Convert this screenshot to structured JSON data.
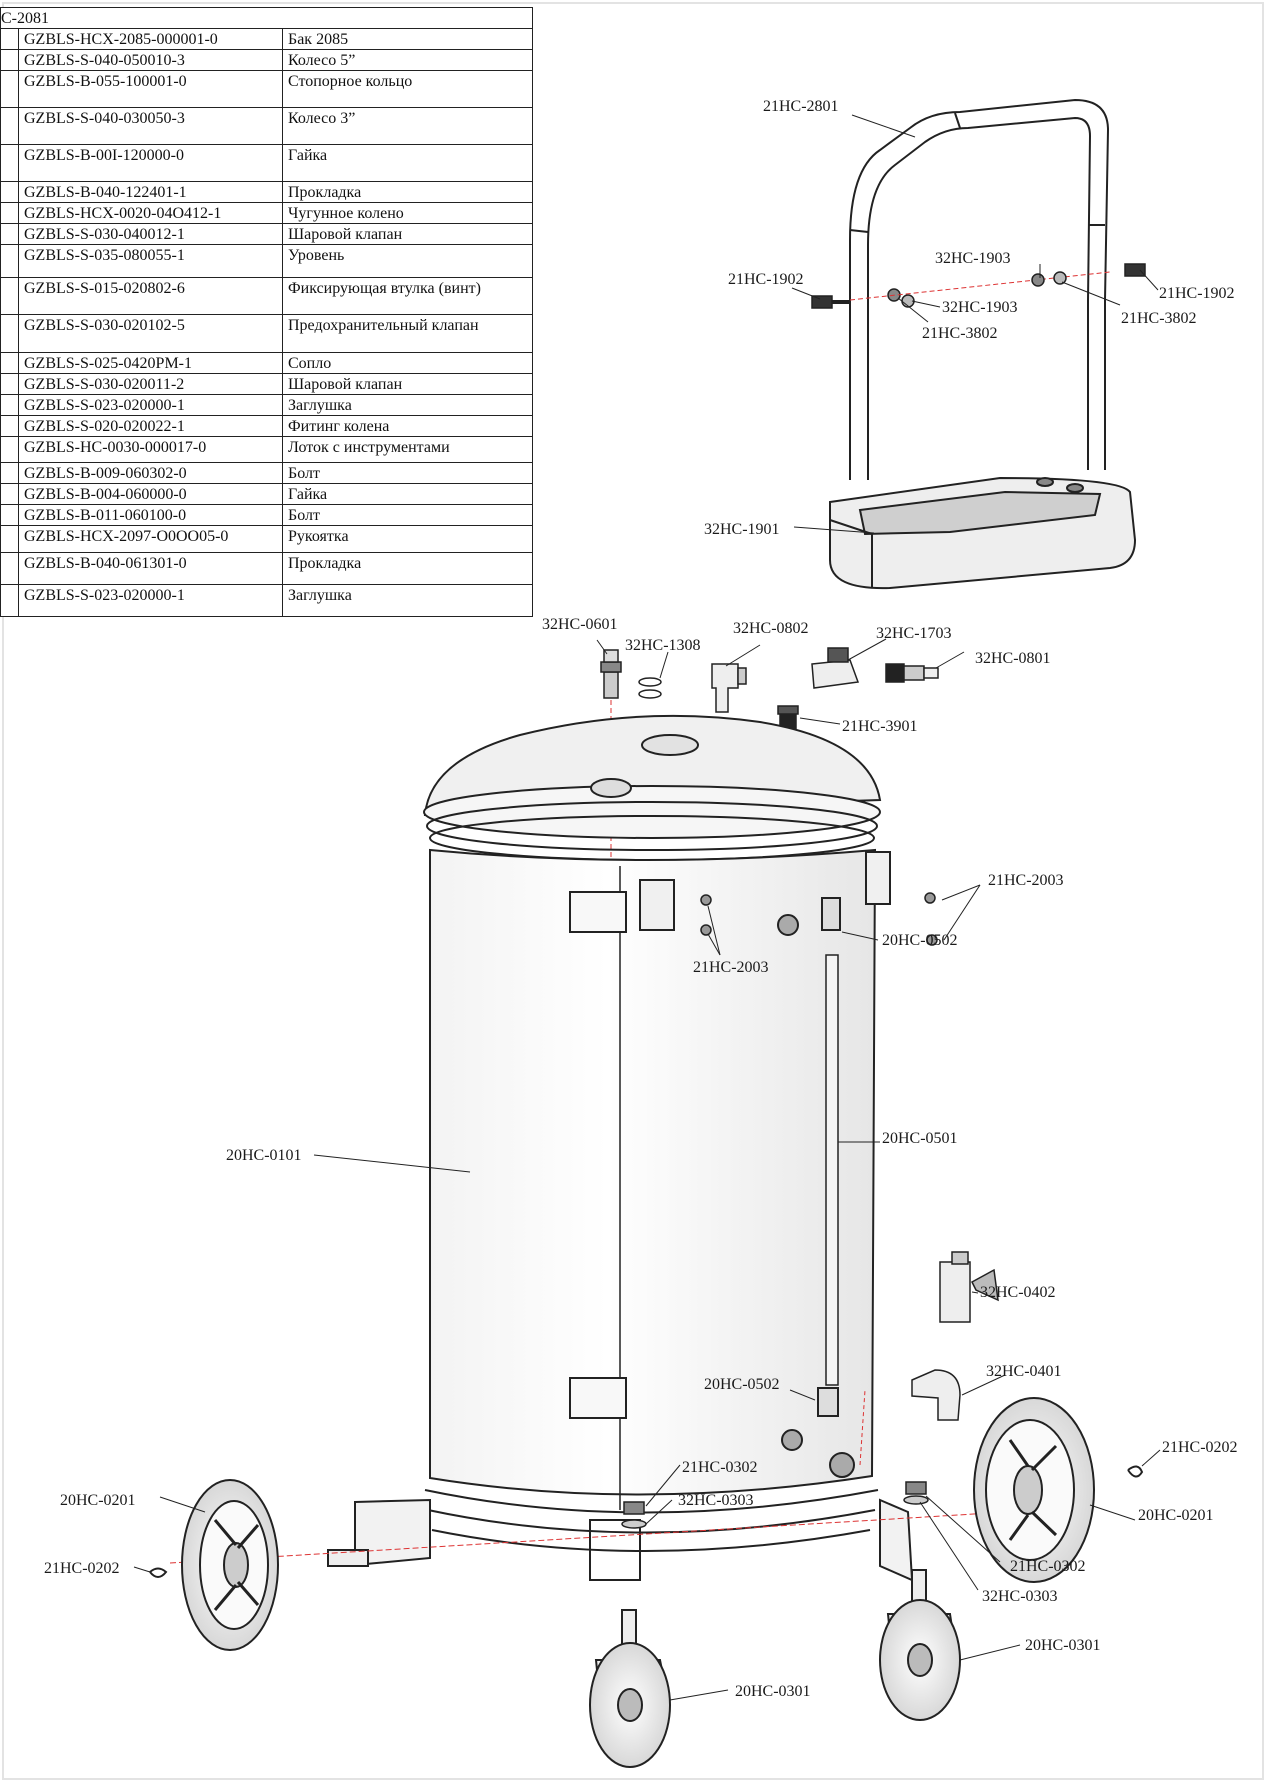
{
  "table": {
    "header": "C-2081",
    "rows": [
      {
        "code": "GZBLS-HCX-2085-000001-0",
        "name": "Бак 2085"
      },
      {
        "code": "GZBLS-S-040-050010-3",
        "name": "Колесо 5”"
      },
      {
        "code": "GZBLS-B-055-100001-0",
        "name": "Стопорное кольцо"
      },
      {
        "code": "GZBLS-S-040-030050-3",
        "name": "Колесо 3”"
      },
      {
        "code": "GZBLS-B-00I-120000-0",
        "name": "Гайка"
      },
      {
        "code": "GZBLS-B-040-122401-1",
        "name": "Прокладка"
      },
      {
        "code": "GZBLS-HCX-0020-04O412-1",
        "name": "Чугунное колено"
      },
      {
        "code": "GZBLS-S-030-040012-1",
        "name": "Шаровой клапан"
      },
      {
        "code": "GZBLS-S-035-080055-1",
        "name": "Уровень"
      },
      {
        "code": "GZBLS-S-015-020802-6",
        "name": "Фиксирующая втулка (винт)"
      },
      {
        "code": "GZBLS-S-030-020102-5",
        "name": "Предохранительный клапан"
      },
      {
        "code": "GZBLS-S-025-0420PM-1",
        "name": "Сопло"
      },
      {
        "code": "GZBLS-S-030-020011-2",
        "name": "Шаровой клапан"
      },
      {
        "code": "GZBLS-S-023-020000-1",
        "name": "Заглушка"
      },
      {
        "code": "GZBLS-S-020-020022-1",
        "name": "Фитинг колена"
      },
      {
        "code": "GZBLS-HC-0030-000017-0",
        "name": "Лоток с инструментами"
      },
      {
        "code": "GZBLS-B-009-060302-0",
        "name": "Болт"
      },
      {
        "code": "GZBLS-B-004-060000-0",
        "name": "Гайка"
      },
      {
        "code": "GZBLS-B-011-060100-0",
        "name": "Болт"
      },
      {
        "code": "GZBLS-HCX-2097-O0OO05-0",
        "name": "Рукоятка"
      },
      {
        "code": "GZBLS-B-040-061301-0",
        "name": "Прокладка"
      },
      {
        "code": "GZBLS-S-023-020000-1",
        "name": "Заглушка"
      }
    ]
  },
  "callouts": {
    "handle": "21HC-2801",
    "bolt_left": "21HC-1902",
    "washer_left": "32HC-1903",
    "spacer_left": "21HC-3802",
    "washer_right": "32HC-1903",
    "bolt_right": "21HC-1902",
    "spacer_right": "21HC-3802",
    "tray": "32HC-1901",
    "safety_valve": "32HC-0601",
    "gasket_top": "32HC-1308",
    "elbow_top": "32HC-0802",
    "ball_valve_top": "32HC-1703",
    "nozzle": "32HC-0801",
    "plug_top": "21HC-3901",
    "bolts_right_upper": "21HC-2003",
    "bolts_middle": "21HC-2003",
    "elbow_fitting_top": "20HC-0502",
    "tank": "20HC-0101",
    "level_tube": "20HC-0501",
    "ball_valve_drain": "32HC-0402",
    "cast_elbow": "32HC-0401",
    "elbow_fitting_bottom": "20HC-0502",
    "nut_left": "21HC-0302",
    "gasket_left": "32HC-0303",
    "wheel_left": "20HC-0201",
    "ring_left": "21HC-0202",
    "ring_right": "21HC-0202",
    "wheel_right": "20HC-0201",
    "nut_right": "21HC-0302",
    "gasket_right": "32HC-0303",
    "caster_right": "20HC-0301",
    "caster_front": "20HC-0301"
  }
}
